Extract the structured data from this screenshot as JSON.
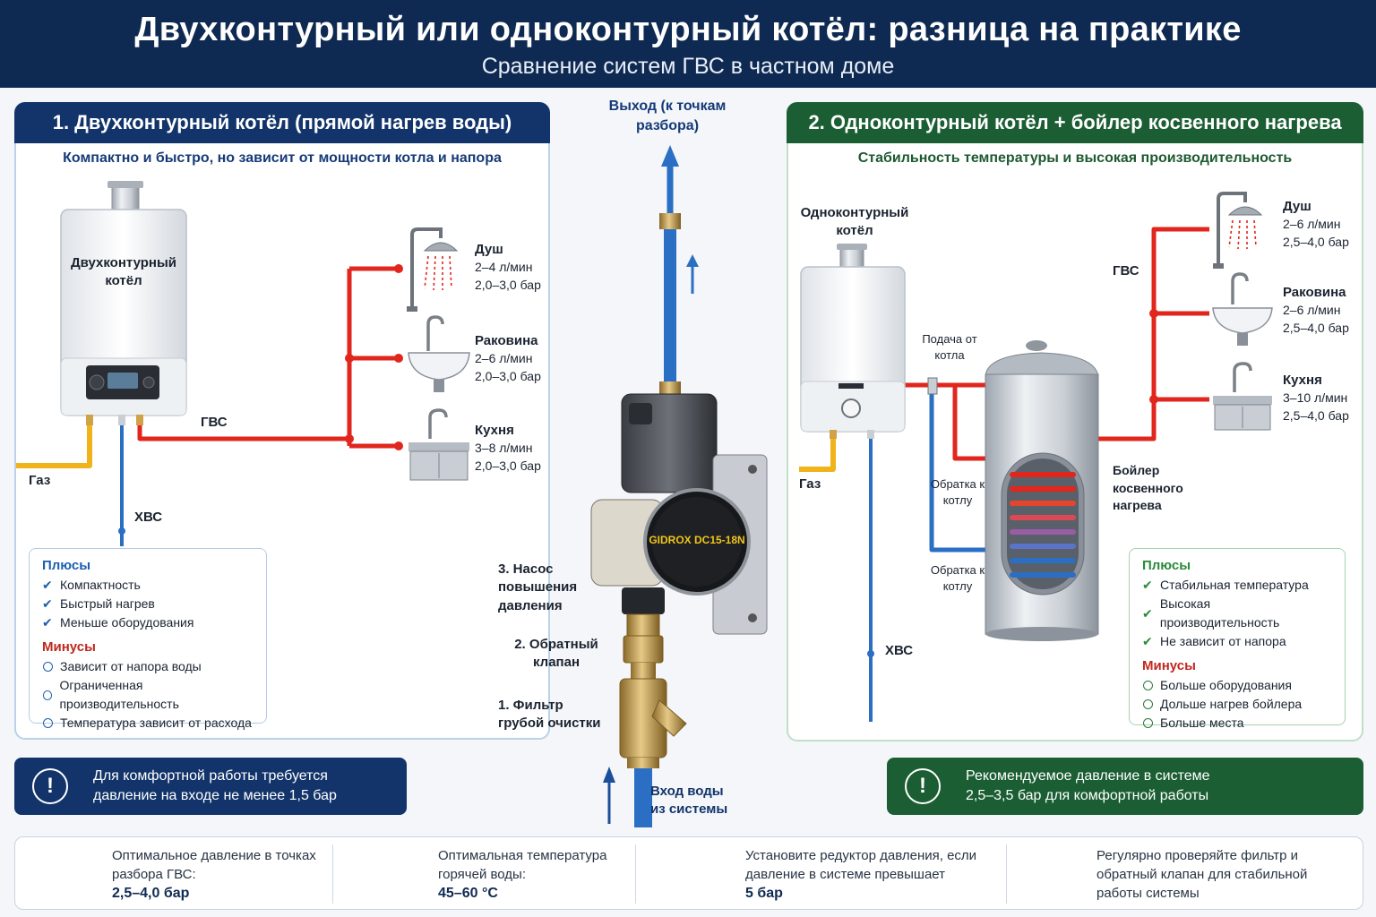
{
  "header": {
    "title": "Двухконтурный или одноконтурный котёл: разница на практике",
    "subtitle": "Сравнение систем ГВС в частном доме"
  },
  "left": {
    "title": "1. Двухконтурный котёл (прямой нагрев воды)",
    "subtitle": "Компактно и быстро, но зависит от мощности котла и напора",
    "boiler_label": "Двухконтурный котёл",
    "gvs": "ГВС",
    "gas": "Газ",
    "hvs": "ХВС",
    "fixtures": [
      {
        "name": "Душ",
        "flow": "2–4 л/мин",
        "pressure": "2,0–3,0 бар"
      },
      {
        "name": "Раковина",
        "flow": "2–6 л/мин",
        "pressure": "2,0–3,0 бар"
      },
      {
        "name": "Кухня",
        "flow": "3–8 л/мин",
        "pressure": "2,0–3,0 бар"
      }
    ],
    "pros_title": "Плюсы",
    "pros": [
      "Компактность",
      "Быстрый нагрев",
      "Меньше оборудования"
    ],
    "cons_title": "Минусы",
    "cons": [
      "Зависит от напора воды",
      "Ограниченная производительность",
      "Температура зависит от расхода"
    ],
    "notice": "Для комфортной работы требуется давление на входе не менее 1,5 бар"
  },
  "center": {
    "output": "Выход (к точкам разбора)",
    "pump_brand": "GIDROX DC15-18N",
    "pump": "3. Насос повышения давления",
    "valve": "2. Обратный клапан",
    "filter": "1. Фильтр грубой очистки",
    "input": "Вход воды из системы"
  },
  "right": {
    "title": "2. Одноконтурный котёл + бойлер косвенного нагрева",
    "subtitle": "Стабильность температуры и высокая производительность",
    "boiler_label": "Одноконтурный котёл",
    "supply": "Подача от котла",
    "return1": "Обратка к котлу",
    "return2": "Обратка к котлу",
    "tank": "Бойлер косвенного нагрева",
    "gvs": "ГВС",
    "gas": "Газ",
    "hvs": "ХВС",
    "fixtures": [
      {
        "name": "Душ",
        "flow": "2–6 л/мин",
        "pressure": "2,5–4,0 бар"
      },
      {
        "name": "Раковина",
        "flow": "2–6 л/мин",
        "pressure": "2,5–4,0 бар"
      },
      {
        "name": "Кухня",
        "flow": "3–10 л/мин",
        "pressure": "2,5–4,0 бар"
      }
    ],
    "pros_title": "Плюсы",
    "pros": [
      "Стабильная температура",
      "Высокая производительность",
      "Не зависит от напора"
    ],
    "cons_title": "Минусы",
    "cons": [
      "Больше оборудования",
      "Дольше нагрев бойлера",
      "Больше места"
    ],
    "notice": "Рекомендуемое давление в системе 2,5–3,5 бар для комфортной работы"
  },
  "footer": [
    {
      "icon": "gauge-icon",
      "text": "Оптимальное давление в точках разбора ГВС:",
      "value": "2,5–4,0 бар"
    },
    {
      "icon": "thermometer-icon",
      "text": "Оптимальная температура горячей воды:",
      "value": "45–60 °C"
    },
    {
      "icon": "shield-icon",
      "text": "Установите редуктор давления, если давление в системе превышает",
      "value": "5 бар"
    },
    {
      "icon": "water-drop-icon",
      "text": "Регулярно проверяйте фильтр и обратный клапан для стабильной работы системы",
      "value": ""
    }
  ],
  "colors": {
    "navy": "#0f2a52",
    "green": "#1b5e33",
    "hot": "#e0261d",
    "cold": "#2a6fc4",
    "gas": "#f0b41a"
  }
}
